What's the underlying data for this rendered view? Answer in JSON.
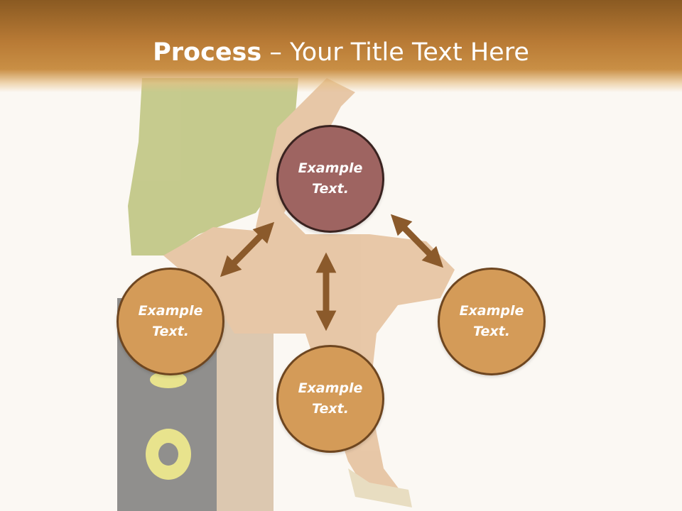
{
  "header": {
    "title_bold": "Process",
    "title_rest": " – Your Title Text Here"
  },
  "nodes": [
    {
      "label_line1": "Example",
      "label_line2": "Text."
    },
    {
      "label_line1": "Example",
      "label_line2": "Text."
    },
    {
      "label_line1": "Example",
      "label_line2": "Text."
    },
    {
      "label_line1": "Example",
      "label_line2": "Text."
    }
  ],
  "colors": {
    "header_brown": "#8a5a22",
    "accent_node": "#9e6461",
    "node_fill": "#d49b58",
    "arrow": "#8b5a2b"
  },
  "icons": [
    "double-arrow-icon"
  ]
}
